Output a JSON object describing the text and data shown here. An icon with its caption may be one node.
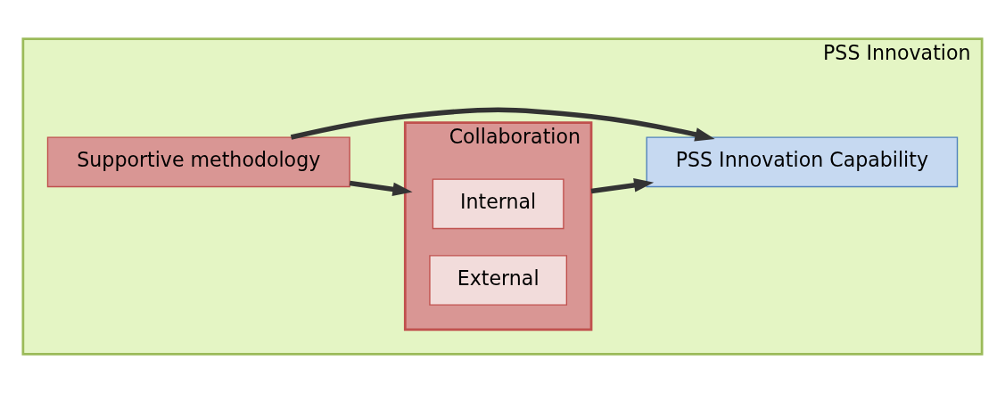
{
  "diagram": {
    "nodes": [
      {
        "text": [
          "PSS Innovation"
        ]
      },
      {
        "text": [
          "Collaboration"
        ],
        "in": 0
      },
      {
        "text": [
          "Internal"
        ],
        "in": 1
      },
      {
        "text": [
          "External"
        ],
        "in": 1
      },
      {
        "text": [
          "Supportive methodology"
        ],
        "in": 0
      },
      {
        "text": [
          "PSS Innovation Capability"
        ],
        "in": 0
      }
    ],
    "edges": [
      {
        "from": 4,
        "to": 1,
        "arrow": "to"
      },
      {
        "from": 1,
        "to": 5,
        "arrow": "to"
      },
      {
        "from": 4,
        "to": 5,
        "arrow": "to"
      }
    ]
  }
}
